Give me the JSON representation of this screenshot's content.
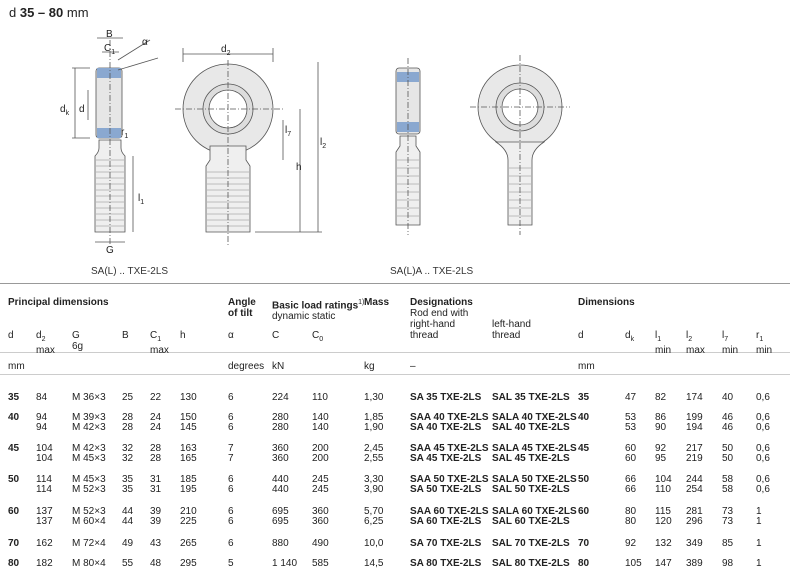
{
  "title": {
    "prefix": "d",
    "range": "35 – 80",
    "unit": "mm"
  },
  "drawing": {
    "labels": {
      "B": "B",
      "C1": "C",
      "C1sub": "1",
      "alpha": "α",
      "dk": "d",
      "dksub": "k",
      "d": "d",
      "r1": "r",
      "r1sub": "1",
      "l1": "l",
      "l1sub": "1",
      "G": "G",
      "d2": "d",
      "d2sub": "2",
      "l7": "l",
      "l7sub": "7",
      "l2": "l",
      "l2sub": "2",
      "h": "h"
    },
    "caption_left": "SA(L) .. TXE-2LS",
    "caption_right": "SA(L)A .. TXE-2LS",
    "colors": {
      "blue": "#8aa8d0",
      "steel": "#c8c8c8",
      "line": "#555555"
    }
  },
  "headers": {
    "principal": "Principal dimensions",
    "angle1": "Angle",
    "angle2": "of tilt",
    "basic": "Basic load ratings",
    "basic_sup": "1)",
    "dynamic_static": "dynamic  static",
    "mass": "Mass",
    "designations": "Designations",
    "rod1": "Rod end with",
    "rod2": "right-hand",
    "rod3": "thread",
    "left1": "left-hand",
    "left2": "thread",
    "dimensions": "Dimensions",
    "cols": {
      "d": "d",
      "d2": "d",
      "d2sub": "2",
      "d2b": "max",
      "G": "G",
      "G2": "6g",
      "B": "B",
      "C1": "C",
      "C1sub": "1",
      "C1b": "max",
      "h": "h",
      "alpha": "α",
      "C": "C",
      "C0": "C",
      "C0sub": "0",
      "rd": "d",
      "dk": "d",
      "dksub": "k",
      "l1": "l",
      "l1sub": "1",
      "l1b": "min",
      "l2": "l",
      "l2sub": "2",
      "l2b": "max",
      "l7": "l",
      "l7sub": "7",
      "l7b": "min",
      "r1": "r",
      "r1sub": "1",
      "r1b": "min"
    },
    "units": {
      "mm": "mm",
      "deg": "degrees",
      "kN": "kN",
      "kg": "kg",
      "dash": "–",
      "mm2": "mm"
    }
  },
  "rows": [
    {
      "d": "35",
      "lines": [
        [
          "84",
          "M 36×3",
          "25",
          "22",
          "130",
          "6",
          "224",
          "110",
          "1,30",
          "SA 35 TXE-2LS",
          "SAL 35 TXE-2LS",
          "47",
          "82",
          "174",
          "40",
          "0,6"
        ]
      ]
    },
    {
      "d": "40",
      "lines": [
        [
          "94",
          "M 39×3",
          "28",
          "24",
          "150",
          "6",
          "280",
          "140",
          "1,85",
          "SAA 40 TXE-2LS",
          "SALA 40 TXE-2LS",
          "53",
          "86",
          "199",
          "46",
          "0,6"
        ],
        [
          "94",
          "M 42×3",
          "28",
          "24",
          "145",
          "6",
          "280",
          "140",
          "1,90",
          "SA 40 TXE-2LS",
          "SAL 40 TXE-2LS",
          "53",
          "90",
          "194",
          "46",
          "0,6"
        ]
      ]
    },
    {
      "d": "45",
      "lines": [
        [
          "104",
          "M 42×3",
          "32",
          "28",
          "163",
          "7",
          "360",
          "200",
          "2,45",
          "SAA 45 TXE-2LS",
          "SALA 45 TXE-2LS",
          "60",
          "92",
          "217",
          "50",
          "0,6"
        ],
        [
          "104",
          "M 45×3",
          "32",
          "28",
          "165",
          "7",
          "360",
          "200",
          "2,55",
          "SA 45 TXE-2LS",
          "SAL 45 TXE-2LS",
          "60",
          "95",
          "219",
          "50",
          "0,6"
        ]
      ]
    },
    {
      "d": "50",
      "lines": [
        [
          "114",
          "M 45×3",
          "35",
          "31",
          "185",
          "6",
          "440",
          "245",
          "3,30",
          "SAA 50 TXE-2LS",
          "SALA 50 TXE-2LS",
          "66",
          "104",
          "244",
          "58",
          "0,6"
        ],
        [
          "114",
          "M 52×3",
          "35",
          "31",
          "195",
          "6",
          "440",
          "245",
          "3,90",
          "SA 50 TXE-2LS",
          "SAL 50 TXE-2LS",
          "66",
          "110",
          "254",
          "58",
          "0,6"
        ]
      ]
    },
    {
      "d": "60",
      "lines": [
        [
          "137",
          "M 52×3",
          "44",
          "39",
          "210",
          "6",
          "695",
          "360",
          "5,70",
          "SAA 60 TXE-2LS",
          "SALA 60 TXE-2LS",
          "80",
          "115",
          "281",
          "73",
          "1"
        ],
        [
          "137",
          "M 60×4",
          "44",
          "39",
          "225",
          "6",
          "695",
          "360",
          "6,25",
          "SA 60 TXE-2LS",
          "SAL 60 TXE-2LS",
          "80",
          "120",
          "296",
          "73",
          "1"
        ]
      ]
    },
    {
      "d": "70",
      "lines": [
        [
          "162",
          "M 72×4",
          "49",
          "43",
          "265",
          "6",
          "880",
          "490",
          "10,0",
          "SA 70 TXE-2LS",
          "SAL 70 TXE-2LS",
          "92",
          "132",
          "349",
          "85",
          "1"
        ]
      ]
    },
    {
      "d": "80",
      "lines": [
        [
          "182",
          "M 80×4",
          "55",
          "48",
          "295",
          "5",
          "1 140",
          "585",
          "14,5",
          "SA 80 TXE-2LS",
          "SAL 80 TXE-2LS",
          "105",
          "147",
          "389",
          "98",
          "1"
        ]
      ]
    }
  ]
}
